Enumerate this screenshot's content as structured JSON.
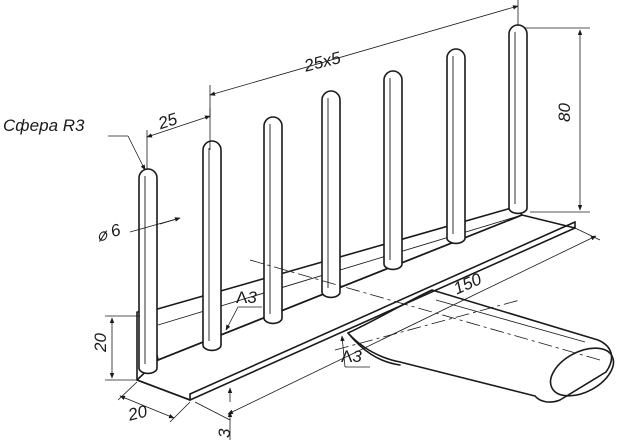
{
  "labels": {
    "sphere": "Сфера R3",
    "spacing": "25",
    "total_span": "25x5",
    "height": "80",
    "diameter": "⌀ 6",
    "weld_left": "3",
    "weld_right": "3",
    "length": "150",
    "angle_height": "20",
    "angle_width": "20",
    "thickness": "3"
  },
  "colors": {
    "ink": "#1a1a1a",
    "paper": "#ffffff"
  }
}
